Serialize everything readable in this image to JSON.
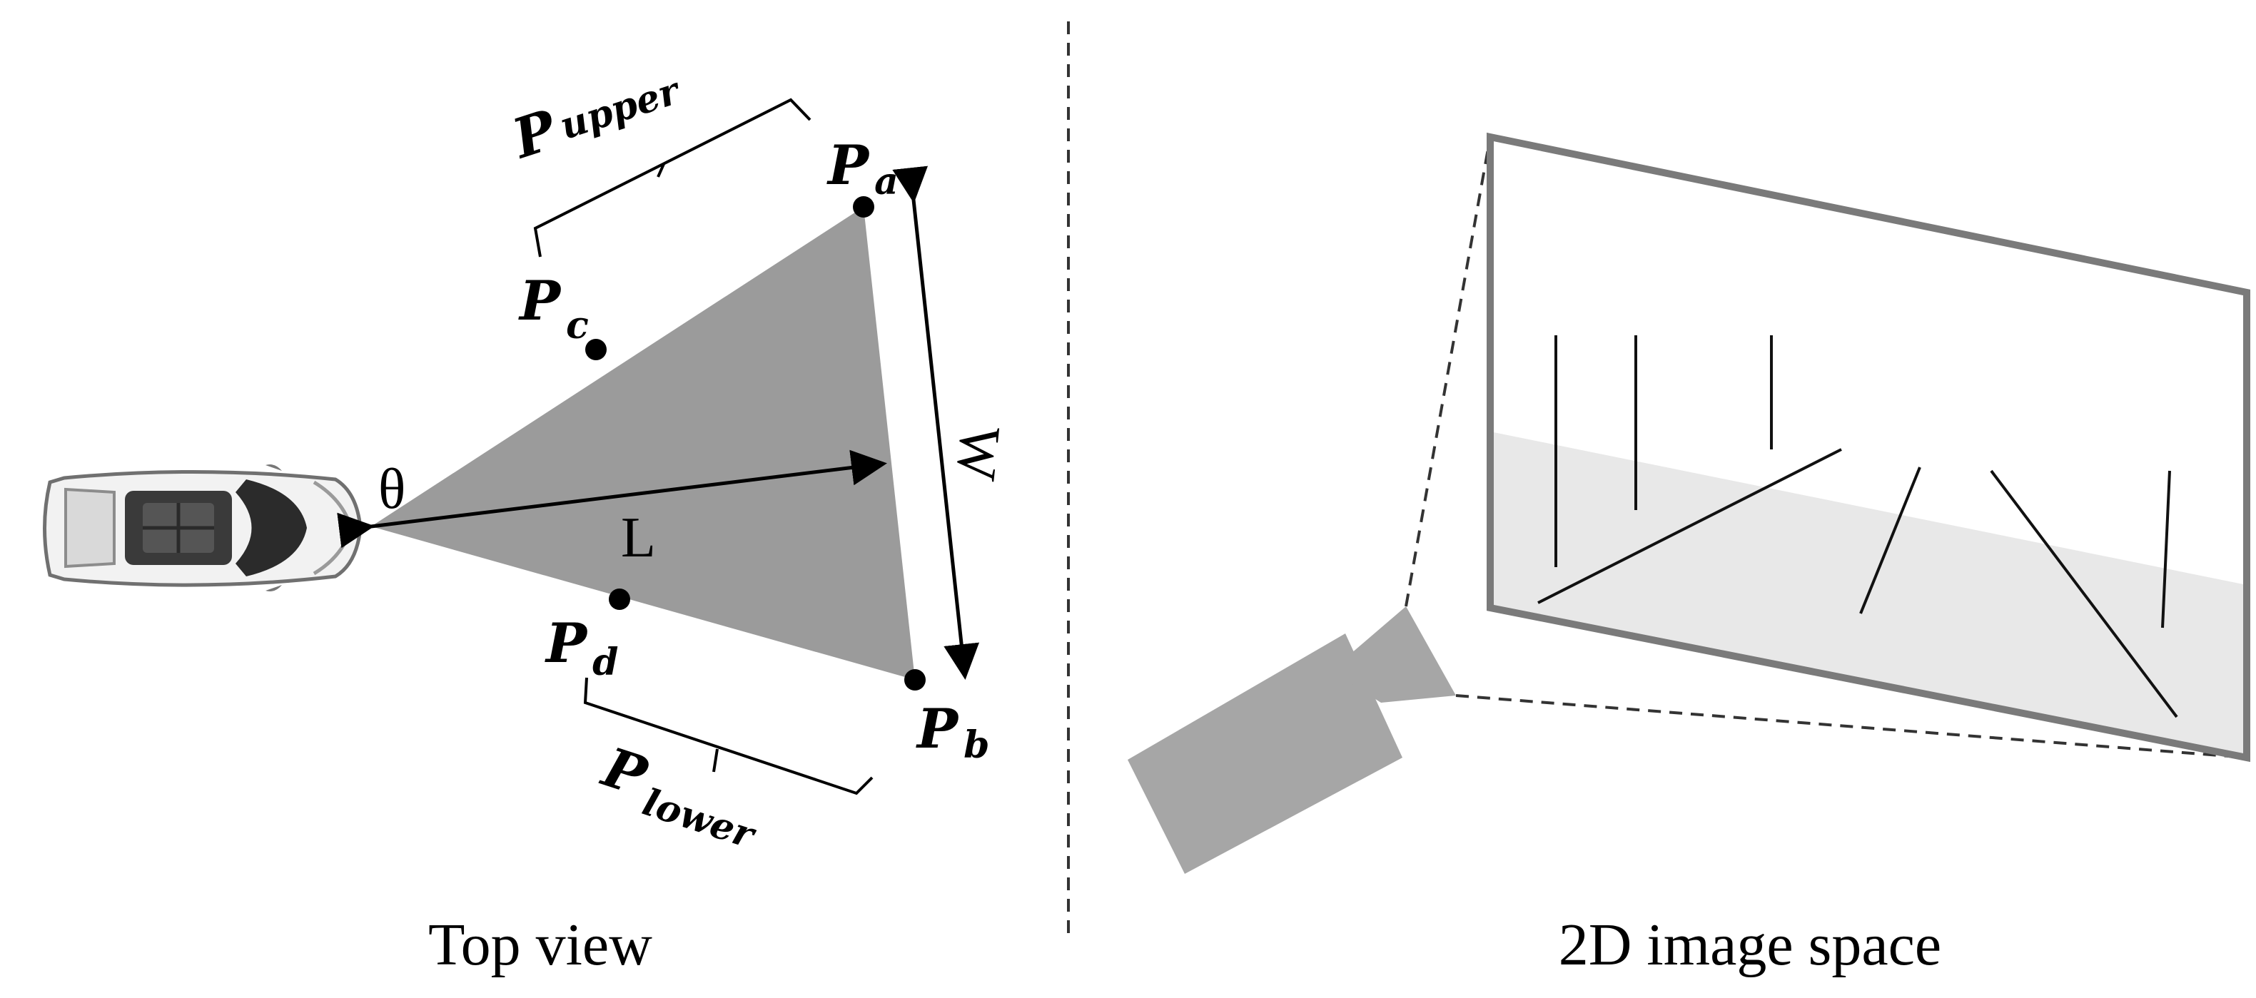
{
  "top_view": {
    "caption": "Top view",
    "labels": {
      "p_upper": {
        "main": "P",
        "sub": "upper"
      },
      "p_lower": {
        "main": "P",
        "sub": "lower"
      },
      "p_a": {
        "main": "P",
        "sub": "a"
      },
      "p_b": {
        "main": "P",
        "sub": "b"
      },
      "p_c": {
        "main": "P",
        "sub": "c"
      },
      "p_d": {
        "main": "P",
        "sub": "d"
      },
      "theta": "θ",
      "length": "L",
      "width": "W"
    }
  },
  "image_space": {
    "caption": "2D image space"
  },
  "colors": {
    "fov_fill": "#9b9b9b",
    "frame_stroke": "#7a7a7a",
    "ground_fill": "#e8e8e8",
    "camera_fill": "#a6a6a6"
  }
}
